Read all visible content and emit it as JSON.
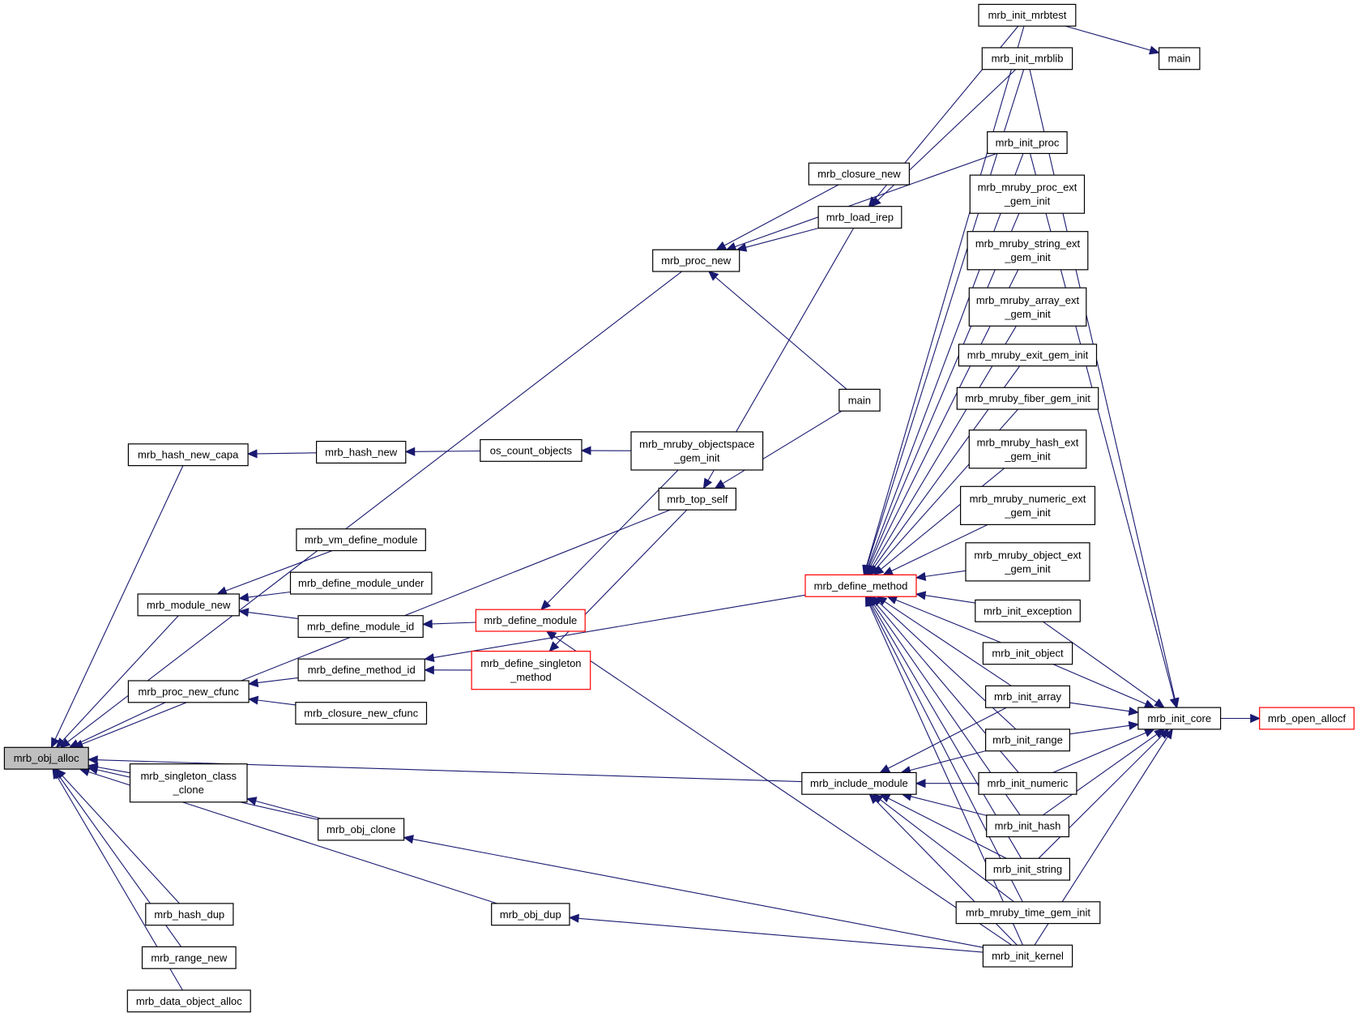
{
  "colors": {
    "edge": "#191970",
    "root_fill": "#bfbfbf",
    "truncated_border": "#ff0000",
    "border": "#000000",
    "background": "#ffffff"
  },
  "nodes": [
    {
      "id": "obj_alloc",
      "lines": [
        "mrb_obj_alloc"
      ],
      "root": true
    },
    {
      "id": "hash_new_capa",
      "lines": [
        "mrb_hash_new_capa"
      ]
    },
    {
      "id": "module_new",
      "lines": [
        "mrb_module_new"
      ]
    },
    {
      "id": "proc_new_cfunc",
      "lines": [
        "mrb_proc_new_cfunc"
      ]
    },
    {
      "id": "singleton_class_clone",
      "lines": [
        "mrb_singleton_class",
        "_clone"
      ]
    },
    {
      "id": "hash_dup",
      "lines": [
        "mrb_hash_dup"
      ]
    },
    {
      "id": "range_new",
      "lines": [
        "mrb_range_new"
      ]
    },
    {
      "id": "data_object_alloc",
      "lines": [
        "mrb_data_object_alloc"
      ]
    },
    {
      "id": "hash_new",
      "lines": [
        "mrb_hash_new"
      ]
    },
    {
      "id": "vm_define_module",
      "lines": [
        "mrb_vm_define_module"
      ]
    },
    {
      "id": "define_module_under",
      "lines": [
        "mrb_define_module_under"
      ]
    },
    {
      "id": "define_module_id",
      "lines": [
        "mrb_define_module_id"
      ]
    },
    {
      "id": "define_method_id",
      "lines": [
        "mrb_define_method_id"
      ]
    },
    {
      "id": "closure_new_cfunc",
      "lines": [
        "mrb_closure_new_cfunc"
      ]
    },
    {
      "id": "obj_clone",
      "lines": [
        "mrb_obj_clone"
      ]
    },
    {
      "id": "obj_dup",
      "lines": [
        "mrb_obj_dup"
      ]
    },
    {
      "id": "os_count_objects",
      "lines": [
        "os_count_objects"
      ]
    },
    {
      "id": "define_module",
      "lines": [
        "mrb_define_module"
      ],
      "truncated": true
    },
    {
      "id": "define_singleton_method",
      "lines": [
        "mrb_define_singleton",
        "_method"
      ],
      "truncated": true
    },
    {
      "id": "proc_new",
      "lines": [
        "mrb_proc_new"
      ]
    },
    {
      "id": "objectspace_gem_init",
      "lines": [
        "mrb_mruby_objectspace",
        "_gem_init"
      ]
    },
    {
      "id": "top_self",
      "lines": [
        "mrb_top_self"
      ]
    },
    {
      "id": "closure_new",
      "lines": [
        "mrb_closure_new"
      ]
    },
    {
      "id": "load_irep",
      "lines": [
        "mrb_load_irep"
      ]
    },
    {
      "id": "main_mid",
      "lines": [
        "main"
      ]
    },
    {
      "id": "define_method",
      "lines": [
        "mrb_define_method"
      ],
      "truncated": true
    },
    {
      "id": "include_module",
      "lines": [
        "mrb_include_module"
      ]
    },
    {
      "id": "init_mrbtest",
      "lines": [
        "mrb_init_mrbtest"
      ]
    },
    {
      "id": "init_mrblib",
      "lines": [
        "mrb_init_mrblib"
      ]
    },
    {
      "id": "init_proc",
      "lines": [
        "mrb_init_proc"
      ]
    },
    {
      "id": "proc_ext_gem_init",
      "lines": [
        "mrb_mruby_proc_ext",
        "_gem_init"
      ]
    },
    {
      "id": "string_ext_gem_init",
      "lines": [
        "mrb_mruby_string_ext",
        "_gem_init"
      ]
    },
    {
      "id": "array_ext_gem_init",
      "lines": [
        "mrb_mruby_array_ext",
        "_gem_init"
      ]
    },
    {
      "id": "exit_gem_init",
      "lines": [
        "mrb_mruby_exit_gem_init"
      ]
    },
    {
      "id": "fiber_gem_init",
      "lines": [
        "mrb_mruby_fiber_gem_init"
      ]
    },
    {
      "id": "hash_ext_gem_init",
      "lines": [
        "mrb_mruby_hash_ext",
        "_gem_init"
      ]
    },
    {
      "id": "numeric_ext_gem_init",
      "lines": [
        "mrb_mruby_numeric_ext",
        "_gem_init"
      ]
    },
    {
      "id": "object_ext_gem_init",
      "lines": [
        "mrb_mruby_object_ext",
        "_gem_init"
      ]
    },
    {
      "id": "init_exception",
      "lines": [
        "mrb_init_exception"
      ]
    },
    {
      "id": "init_object",
      "lines": [
        "mrb_init_object"
      ]
    },
    {
      "id": "init_array",
      "lines": [
        "mrb_init_array"
      ]
    },
    {
      "id": "init_range",
      "lines": [
        "mrb_init_range"
      ]
    },
    {
      "id": "init_numeric",
      "lines": [
        "mrb_init_numeric"
      ]
    },
    {
      "id": "init_hash",
      "lines": [
        "mrb_init_hash"
      ]
    },
    {
      "id": "init_string",
      "lines": [
        "mrb_init_string"
      ]
    },
    {
      "id": "time_gem_init",
      "lines": [
        "mrb_mruby_time_gem_init"
      ]
    },
    {
      "id": "init_kernel",
      "lines": [
        "mrb_init_kernel"
      ]
    },
    {
      "id": "main_top",
      "lines": [
        "main"
      ]
    },
    {
      "id": "init_core",
      "lines": [
        "mrb_init_core"
      ]
    },
    {
      "id": "open_allocf",
      "lines": [
        "mrb_open_allocf"
      ],
      "truncated": true
    }
  ],
  "edges": [
    {
      "from": "hash_new_capa",
      "to": "obj_alloc"
    },
    {
      "from": "module_new",
      "to": "obj_alloc"
    },
    {
      "from": "proc_new_cfunc",
      "to": "obj_alloc"
    },
    {
      "from": "singleton_class_clone",
      "to": "obj_alloc"
    },
    {
      "from": "hash_dup",
      "to": "obj_alloc"
    },
    {
      "from": "range_new",
      "to": "obj_alloc"
    },
    {
      "from": "data_object_alloc",
      "to": "obj_alloc"
    },
    {
      "from": "obj_clone",
      "to": "obj_alloc"
    },
    {
      "from": "obj_dup",
      "to": "obj_alloc"
    },
    {
      "from": "proc_new",
      "to": "obj_alloc"
    },
    {
      "from": "top_self",
      "to": "obj_alloc"
    },
    {
      "from": "include_module",
      "to": "obj_alloc"
    },
    {
      "from": "hash_new",
      "to": "hash_new_capa"
    },
    {
      "from": "os_count_objects",
      "to": "hash_new"
    },
    {
      "from": "objectspace_gem_init",
      "to": "os_count_objects"
    },
    {
      "from": "vm_define_module",
      "to": "module_new"
    },
    {
      "from": "define_module_under",
      "to": "module_new"
    },
    {
      "from": "define_module_id",
      "to": "module_new"
    },
    {
      "from": "define_module",
      "to": "define_module_id"
    },
    {
      "from": "objectspace_gem_init",
      "to": "define_module"
    },
    {
      "from": "init_kernel",
      "to": "define_module"
    },
    {
      "from": "define_method_id",
      "to": "proc_new_cfunc"
    },
    {
      "from": "closure_new_cfunc",
      "to": "proc_new_cfunc"
    },
    {
      "from": "define_singleton_method",
      "to": "define_method_id"
    },
    {
      "from": "define_method",
      "to": "define_method_id"
    },
    {
      "from": "top_self",
      "to": "define_singleton_method"
    },
    {
      "from": "obj_clone",
      "to": "singleton_class_clone"
    },
    {
      "from": "init_kernel",
      "to": "obj_clone"
    },
    {
      "from": "init_kernel",
      "to": "obj_dup"
    },
    {
      "from": "closure_new",
      "to": "proc_new"
    },
    {
      "from": "load_irep",
      "to": "proc_new"
    },
    {
      "from": "init_proc",
      "to": "proc_new"
    },
    {
      "from": "main_mid",
      "to": "proc_new"
    },
    {
      "from": "load_irep",
      "to": "top_self"
    },
    {
      "from": "main_mid",
      "to": "top_self"
    },
    {
      "from": "init_mrbtest",
      "to": "load_irep"
    },
    {
      "from": "init_mrblib",
      "to": "load_irep"
    },
    {
      "from": "init_mrbtest",
      "to": "main_top"
    },
    {
      "from": "init_mrblib",
      "to": "init_core"
    },
    {
      "from": "init_proc",
      "to": "init_core"
    },
    {
      "from": "init_exception",
      "to": "init_core"
    },
    {
      "from": "init_object",
      "to": "init_core"
    },
    {
      "from": "init_array",
      "to": "init_core"
    },
    {
      "from": "init_range",
      "to": "init_core"
    },
    {
      "from": "init_numeric",
      "to": "init_core"
    },
    {
      "from": "init_hash",
      "to": "init_core"
    },
    {
      "from": "init_string",
      "to": "init_core"
    },
    {
      "from": "init_kernel",
      "to": "init_core"
    },
    {
      "from": "init_core",
      "to": "open_allocf"
    },
    {
      "from": "init_mrbtest",
      "to": "define_method"
    },
    {
      "from": "init_mrblib",
      "to": "define_method"
    },
    {
      "from": "init_proc",
      "to": "define_method"
    },
    {
      "from": "proc_ext_gem_init",
      "to": "define_method"
    },
    {
      "from": "string_ext_gem_init",
      "to": "define_method"
    },
    {
      "from": "array_ext_gem_init",
      "to": "define_method"
    },
    {
      "from": "exit_gem_init",
      "to": "define_method"
    },
    {
      "from": "fiber_gem_init",
      "to": "define_method"
    },
    {
      "from": "hash_ext_gem_init",
      "to": "define_method"
    },
    {
      "from": "numeric_ext_gem_init",
      "to": "define_method"
    },
    {
      "from": "object_ext_gem_init",
      "to": "define_method"
    },
    {
      "from": "init_exception",
      "to": "define_method"
    },
    {
      "from": "init_object",
      "to": "define_method"
    },
    {
      "from": "init_array",
      "to": "define_method"
    },
    {
      "from": "init_range",
      "to": "define_method"
    },
    {
      "from": "init_numeric",
      "to": "define_method"
    },
    {
      "from": "init_hash",
      "to": "define_method"
    },
    {
      "from": "init_string",
      "to": "define_method"
    },
    {
      "from": "time_gem_init",
      "to": "define_method"
    },
    {
      "from": "init_kernel",
      "to": "define_method"
    },
    {
      "from": "init_array",
      "to": "include_module"
    },
    {
      "from": "init_range",
      "to": "include_module"
    },
    {
      "from": "init_numeric",
      "to": "include_module"
    },
    {
      "from": "init_hash",
      "to": "include_module"
    },
    {
      "from": "init_string",
      "to": "include_module"
    },
    {
      "from": "time_gem_init",
      "to": "include_module"
    },
    {
      "from": "init_kernel",
      "to": "include_module"
    }
  ]
}
